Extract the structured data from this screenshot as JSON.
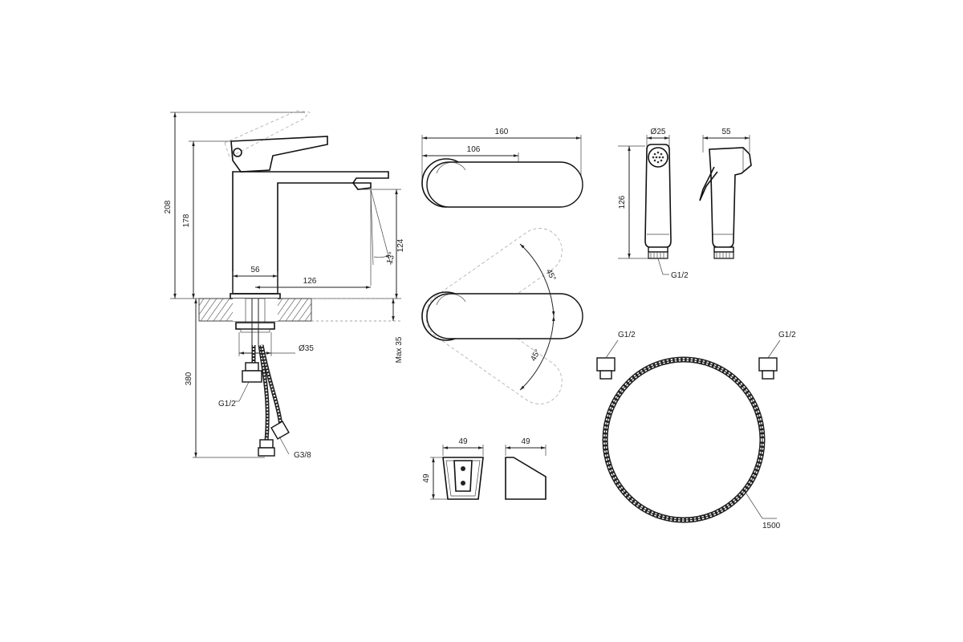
{
  "faucet_side": {
    "dim_overall_height": "208",
    "dim_body_height": "178",
    "dim_spout_clearance": "124",
    "dim_angle": "13°",
    "dim_body_width": "56",
    "dim_spout_reach": "126",
    "dim_deck_max": "Max 35",
    "dim_shank_dia": "Ø35",
    "dim_hose_length": "380",
    "label_thread_g12": "G1/2",
    "label_thread_g38": "G3/8"
  },
  "lever_top": {
    "dim_total": "160",
    "dim_lever": "106"
  },
  "lever_rotation": {
    "angle_up": "45°",
    "angle_down": "45°"
  },
  "hand_shower": {
    "dim_diameter": "Ø25",
    "dim_side_width": "55",
    "dim_height": "126",
    "label_thread": "G1/2"
  },
  "holder": {
    "dim_front_width": "49",
    "dim_side_width": "49",
    "dim_height": "49"
  },
  "hose": {
    "label_thread_left": "G1/2",
    "label_thread_right": "G1/2",
    "dim_length": "1500"
  }
}
